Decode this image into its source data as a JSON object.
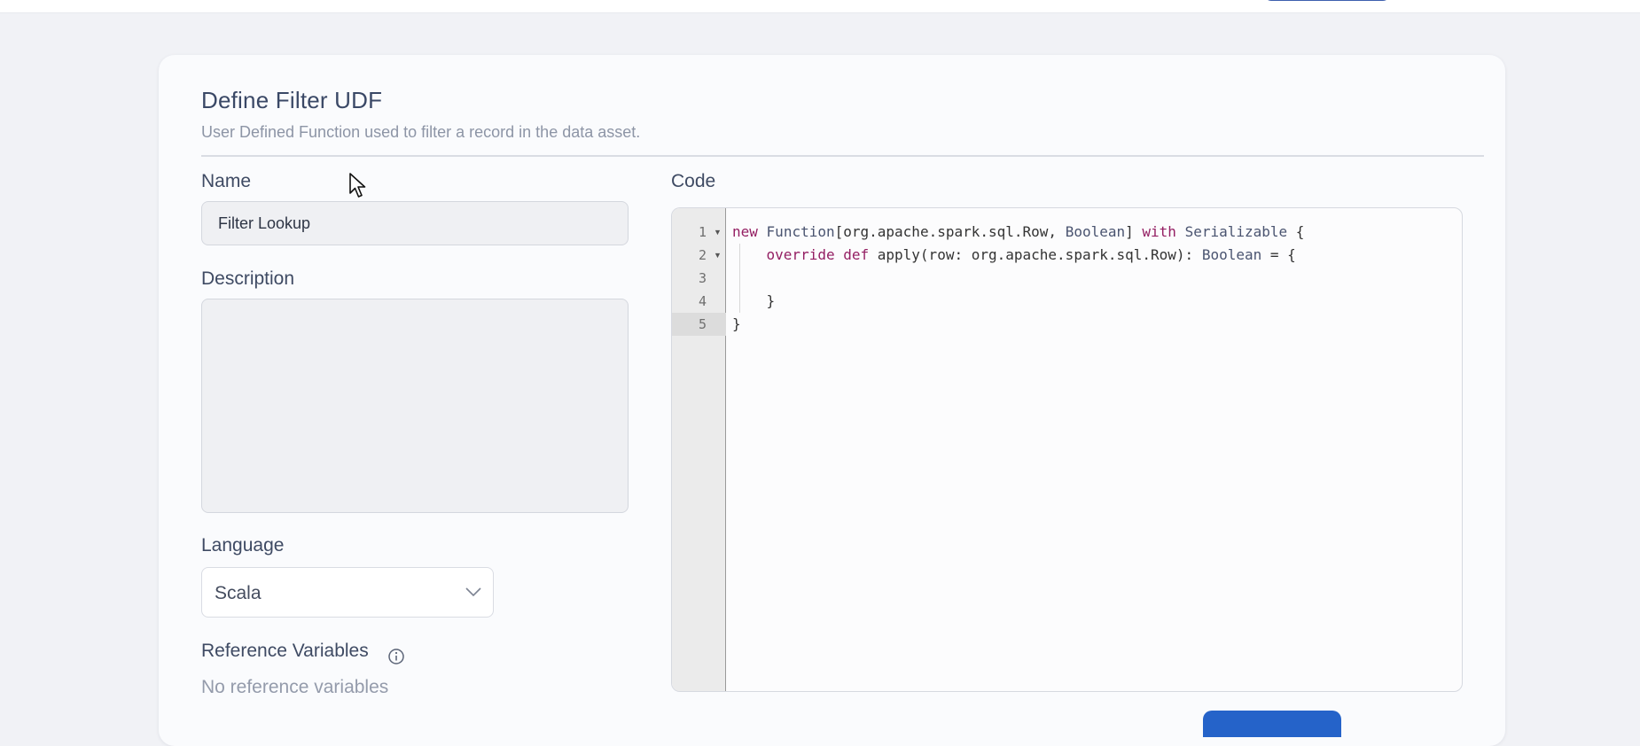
{
  "form": {
    "title": "Define Filter UDF",
    "subtitle": "User Defined Function used to filter a record in the data asset.",
    "name_label": "Name",
    "name_value": "Filter Lookup",
    "description_label": "Description",
    "description_value": "",
    "language_label": "Language",
    "language_value": "Scala",
    "reference_variables_label": "Reference Variables",
    "reference_variables_empty": "No reference variables",
    "code_label": "Code"
  },
  "editor": {
    "line_numbers": [
      "1",
      "2",
      "3",
      "4",
      "5"
    ],
    "active_line": "5",
    "lines": [
      "new Function[org.apache.spark.sql.Row, Boolean] with Serializable {",
      "    override def apply(row: org.apache.spark.sql.Row): Boolean = {",
      "",
      "    }",
      "}"
    ]
  },
  "icons": {
    "info": "info-icon",
    "chevron": "chevron-down-icon",
    "resize": "resize-handle-icon",
    "fold": "fold-arrow-icon",
    "mouse": "mouse-pointer-icon"
  },
  "colors": {
    "primary": "#2563c9",
    "keyword": "#941f63",
    "type": "#4a5470"
  }
}
